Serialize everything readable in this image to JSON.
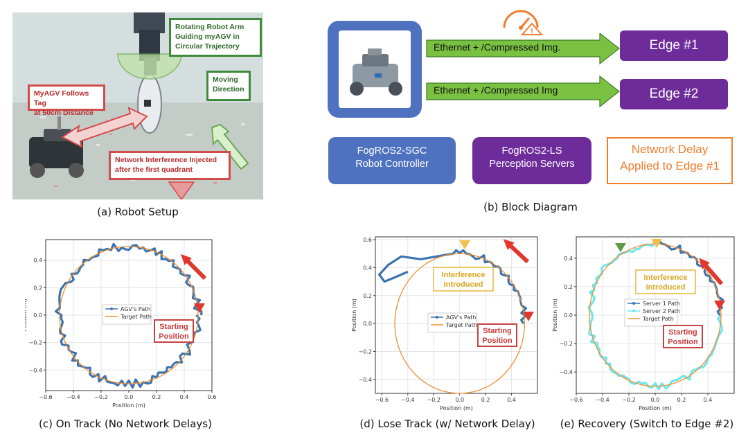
{
  "panel_a": {
    "callouts": {
      "rotating_arm": [
        "Rotating Robot Arm",
        "Guiding myAGV in",
        "Circular Trajectory"
      ],
      "moving_direction": [
        "Moving",
        "Direction"
      ],
      "follows_tag": [
        "MyAGV Follows Tag",
        "at 50cm Distance"
      ],
      "interference": [
        "Network Interference Injected",
        "after the first quadrant"
      ]
    },
    "caption": "(a) Robot Setup"
  },
  "panel_b": {
    "links": [
      {
        "label": "Ethernet + /Compressed Img.",
        "target": "Edge #1"
      },
      {
        "label": "Ethernet + /Compressed Img",
        "target": "Edge #2"
      }
    ],
    "sgc_box": [
      "FogROS2-SGC",
      "Robot Controller"
    ],
    "ls_box": [
      "FogROS2-LS",
      "Perception Servers"
    ],
    "delay_box": [
      "Network Delay",
      "Applied to Edge #1"
    ],
    "caption": "(b) Block Diagram",
    "colors": {
      "robot": "#4e72c0",
      "edge": "#6e2c9b",
      "delay": "#ef7d2e",
      "arrow": "#7ac142"
    }
  },
  "plots": {
    "c": {
      "caption": "(c) On Track (No Network Delays)",
      "xlabel": "Position (m)",
      "ylabel": "Position (m)",
      "legend": [
        "AGV's Path",
        "Target Path"
      ],
      "annotations": {
        "start": [
          "Starting",
          "Position"
        ]
      }
    },
    "d": {
      "caption": "(d) Lose Track (w/ Network Delay)",
      "xlabel": "Position (m)",
      "ylabel": "Position (m)",
      "legend": [
        "AGV's Path",
        "Target Path"
      ],
      "annotations": {
        "start": [
          "Starting",
          "Position"
        ],
        "interference": [
          "Interference",
          "Introduced"
        ]
      }
    },
    "e": {
      "caption": "(e) Recovery (Switch to Edge #2)",
      "xlabel": "Position (m)",
      "ylabel": "Position (m)",
      "legend": [
        "Server 1 Path",
        "Server 2 Path",
        "Target Path"
      ],
      "annotations": {
        "start": [
          "Starting",
          "Position"
        ],
        "interference": [
          "Interference",
          "Introduced"
        ]
      }
    }
  },
  "chart_data": [
    {
      "type": "line",
      "title": "",
      "xlabel": "Position (m)",
      "ylabel": "Position (m)",
      "xlim": [
        -0.6,
        0.6
      ],
      "ylim": [
        -0.55,
        0.55
      ],
      "xticks": [
        "-0.6",
        "-0.4",
        "-0.2",
        "0.0",
        "0.2",
        "0.4",
        "0.6"
      ],
      "yticks": [
        "-0.4",
        "-0.2",
        "0.0",
        "0.2",
        "0.4"
      ],
      "series": [
        {
          "name": "AGV's Path",
          "shape": "circle",
          "radius": 0.5,
          "center": [
            0,
            0
          ],
          "noise": 0.03,
          "color": "#3a73b0"
        },
        {
          "name": "Target Path",
          "shape": "circle",
          "radius": 0.5,
          "center": [
            0,
            0
          ],
          "color": "#f28e2b"
        }
      ]
    },
    {
      "type": "line",
      "title": "",
      "xlabel": "Position (m)",
      "ylabel": "Position (m)",
      "xlim": [
        -0.65,
        0.6
      ],
      "ylim": [
        -0.5,
        0.62
      ],
      "xticks": [
        "-0.6",
        "-0.4",
        "-0.2",
        "0.0",
        "0.2",
        "0.4"
      ],
      "yticks": [
        "-0.4",
        "-0.2",
        "0.0",
        "0.2",
        "0.4",
        "0.6"
      ],
      "series": [
        {
          "name": "AGV's Path",
          "shape": "arc",
          "from_deg": 0,
          "to_deg": 95,
          "radius": 0.5,
          "tail": [
            [
              -0.05,
              0.5
            ],
            [
              -0.3,
              0.46
            ],
            [
              -0.45,
              0.48
            ],
            [
              -0.55,
              0.42
            ],
            [
              -0.62,
              0.35
            ],
            [
              -0.58,
              0.3
            ],
            [
              -0.5,
              0.33
            ],
            [
              -0.4,
              0.37
            ]
          ],
          "color": "#3a73b0"
        },
        {
          "name": "Target Path",
          "shape": "circle",
          "radius": 0.5,
          "center": [
            0,
            0
          ],
          "color": "#f28e2b"
        }
      ]
    },
    {
      "type": "line",
      "title": "",
      "xlabel": "Position (m)",
      "ylabel": "Position (m)",
      "xlim": [
        -0.6,
        0.6
      ],
      "ylim": [
        -0.55,
        0.55
      ],
      "xticks": [
        "-0.6",
        "-0.4",
        "-0.2",
        "0.0",
        "0.2",
        "0.4"
      ],
      "yticks": [
        "-0.4",
        "-0.2",
        "0.0",
        "0.2",
        "0.4"
      ],
      "series": [
        {
          "name": "Server 1 Path",
          "shape": "arc",
          "from_deg": 0,
          "to_deg": 90,
          "radius": 0.5,
          "color": "#3a73b0"
        },
        {
          "name": "Server 2 Path",
          "shape": "arc",
          "from_deg": 90,
          "to_deg": 360,
          "radius": 0.5,
          "color": "#6ee6ee"
        },
        {
          "name": "Target Path",
          "shape": "circle",
          "radius": 0.5,
          "center": [
            0,
            0
          ],
          "color": "#f28e2b"
        }
      ]
    }
  ]
}
